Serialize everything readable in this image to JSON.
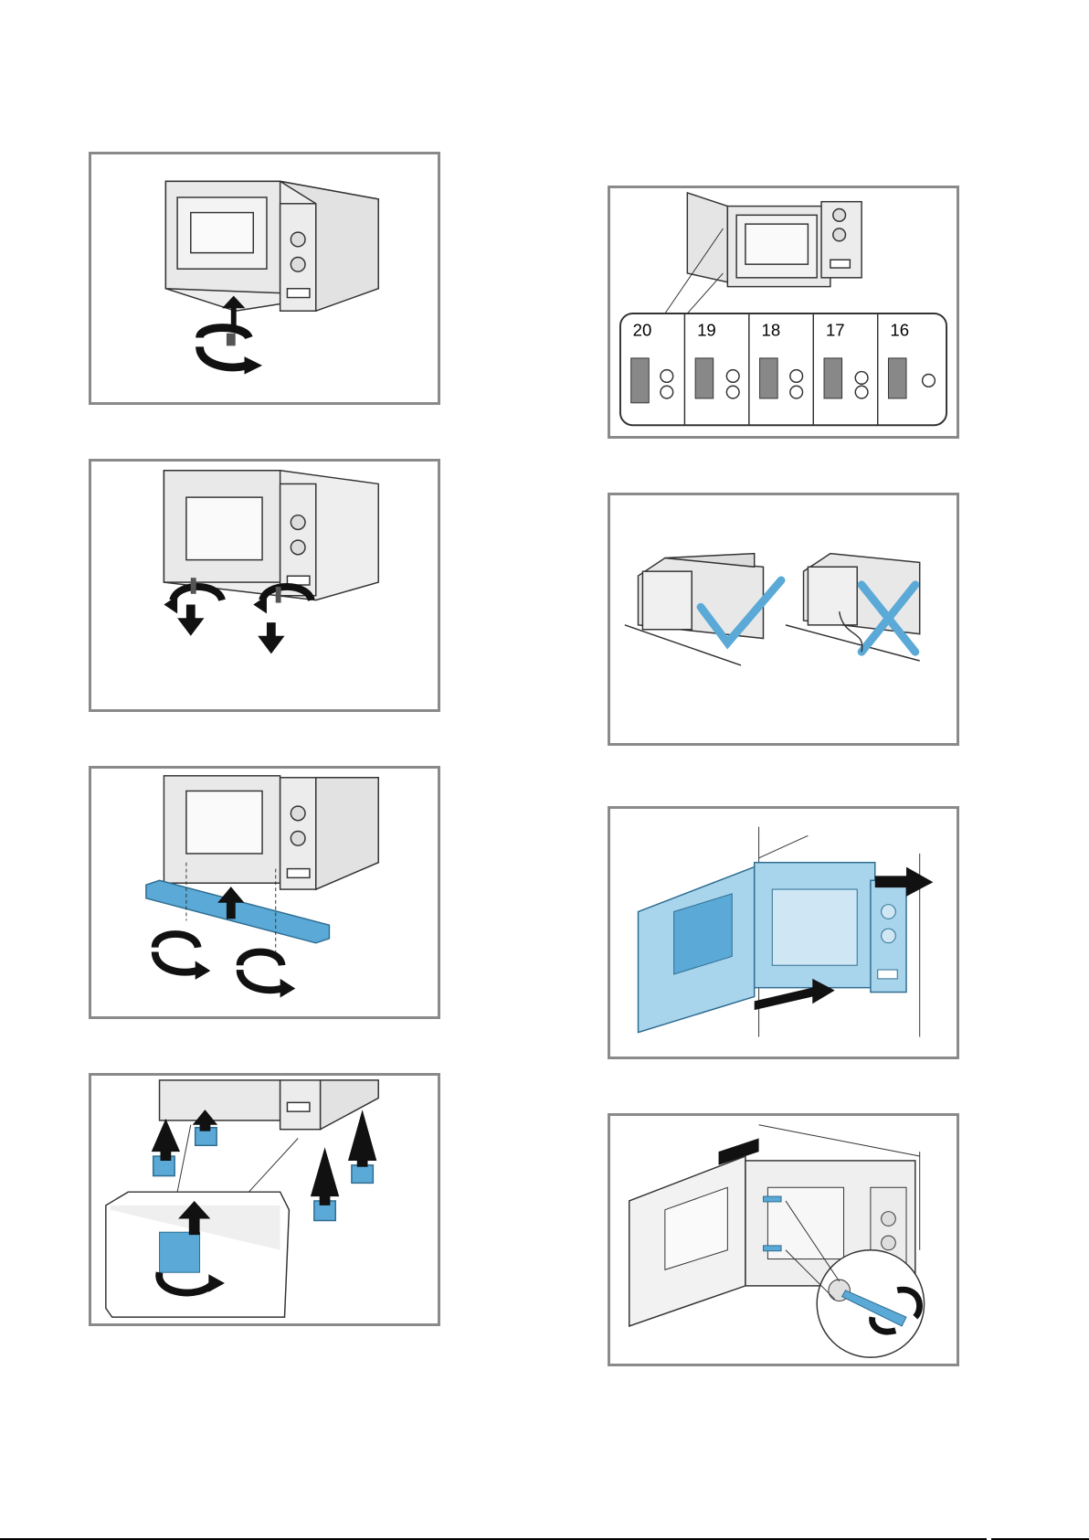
{
  "spacer_chart": {
    "labels": [
      "20",
      "19",
      "18",
      "17",
      "16"
    ]
  },
  "colors": {
    "accent_blue": "#5aa9d6",
    "light_blue": "#a8d4ec",
    "frame_gray": "#8a8a8a"
  }
}
